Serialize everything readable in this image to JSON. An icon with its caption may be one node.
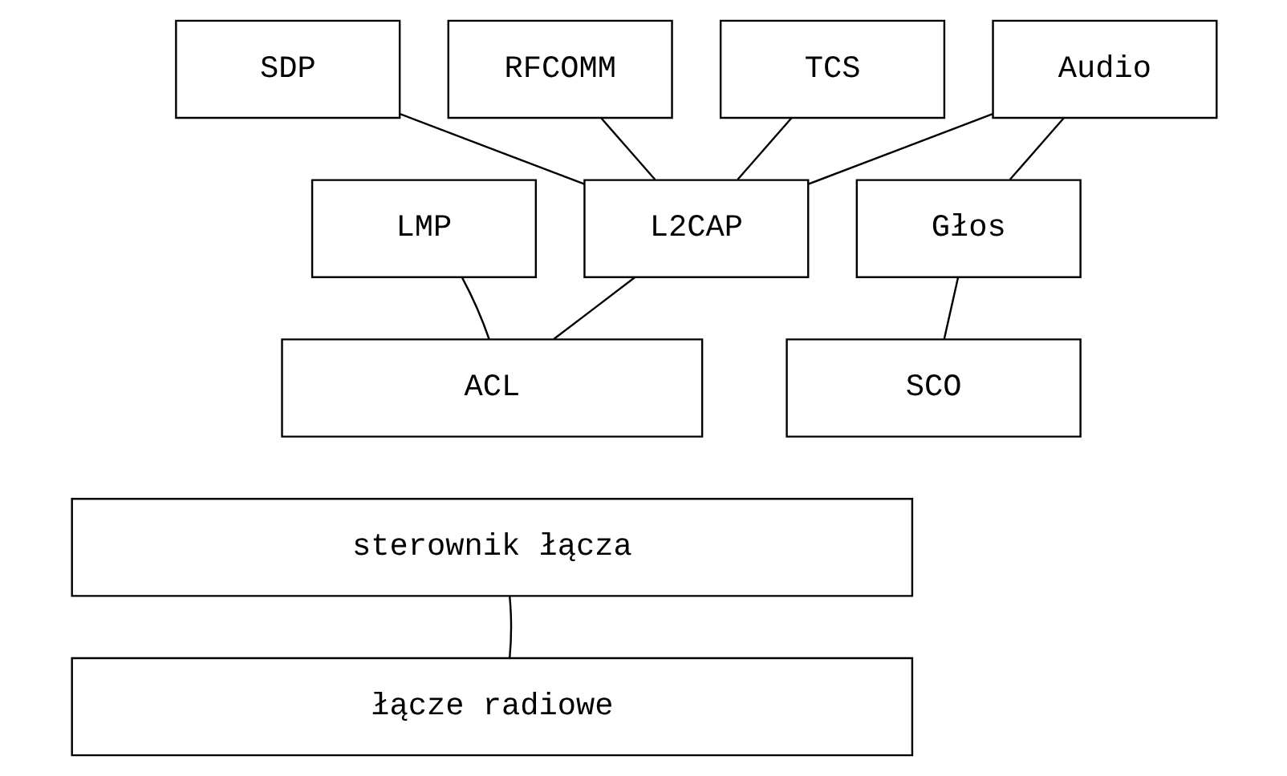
{
  "diagram": {
    "nodes": [
      {
        "text": [
          "SDP"
        ]
      },
      {
        "text": [
          "RFCOMM"
        ]
      },
      {
        "text": [
          "TCS"
        ]
      },
      {
        "text": [
          "Audio"
        ]
      },
      {
        "text": [
          "LMP"
        ]
      },
      {
        "text": [
          "L2CAP"
        ]
      },
      {
        "text": [
          "Głos"
        ]
      },
      {
        "text": [
          "ACL"
        ]
      },
      {
        "text": [
          "SCO"
        ]
      },
      {
        "text": [
          "sterownik łącza"
        ]
      },
      {
        "text": [
          "łącze radiowe"
        ]
      }
    ],
    "edges": [
      {
        "from": 0,
        "to": 5,
        "arrow": "none"
      },
      {
        "from": 1,
        "to": 5,
        "arrow": "none"
      },
      {
        "from": 2,
        "to": 5,
        "arrow": "none"
      },
      {
        "from": 3,
        "to": 5,
        "arrow": "none"
      },
      {
        "from": 3,
        "to": 6,
        "arrow": "none"
      },
      {
        "from": 4,
        "to": 7,
        "arrow": "none"
      },
      {
        "from": 5,
        "to": 7,
        "arrow": "none"
      },
      {
        "from": 6,
        "to": 8,
        "arrow": "none"
      },
      {
        "from": 9,
        "to": 10,
        "arrow": "none"
      }
    ]
  }
}
